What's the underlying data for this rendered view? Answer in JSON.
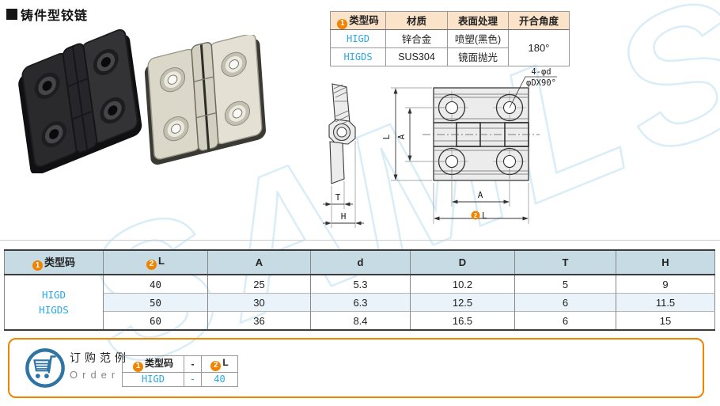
{
  "title": {
    "text": "铸件型铰链"
  },
  "badges": {
    "one": "1",
    "two": "2"
  },
  "watermark": "SAMLS",
  "spec_table": {
    "col_type": "类型码",
    "col_material": "材质",
    "col_finish": "表面处理",
    "col_angle": "开合角度",
    "rows": [
      {
        "code": "HIGD",
        "material": "锌合金",
        "finish": "喷塑(黑色)"
      },
      {
        "code": "HIGDS",
        "material": "SUS304",
        "finish": "镜面抛光"
      }
    ],
    "angle": "180°"
  },
  "drawing": {
    "label_hole": "4-φd",
    "label_countersink": "φDX90°",
    "label_L_side": "L",
    "label_A_side": "A",
    "label_A_bottom": "A",
    "label_L_bottom": "L",
    "label_T": "T",
    "label_H": "H"
  },
  "dim_table": {
    "col_type": "类型码",
    "col_L": "L",
    "col_A": "A",
    "col_d": "d",
    "col_D": "D",
    "col_T": "T",
    "col_H": "H",
    "type_line1": "HIGD",
    "type_line2": "HIGDS",
    "rows": [
      {
        "L": "40",
        "A": "25",
        "d": "5.3",
        "D": "10.2",
        "T": "5",
        "H": "9"
      },
      {
        "L": "50",
        "A": "30",
        "d": "6.3",
        "D": "12.5",
        "T": "6",
        "H": "11.5"
      },
      {
        "L": "60",
        "A": "36",
        "d": "8.4",
        "D": "16.5",
        "T": "6",
        "H": "15"
      }
    ]
  },
  "order": {
    "title_cn": "订购范例",
    "title_en": "Order",
    "header_type": "类型码",
    "header_dash": "-",
    "header_L": "L",
    "value_code": "HIGD",
    "value_dash": "-",
    "value_L": "40"
  },
  "colors": {
    "accent_orange": "#f08300",
    "accent_cyan": "#29a9e1",
    "spec_header_bg": "#fae3c8",
    "dim_header_bg": "#c6dbe3",
    "row_tint": "#e9f3f9",
    "cart_blue": "#2e75a5",
    "watermark_blue": "#d9edf8"
  }
}
